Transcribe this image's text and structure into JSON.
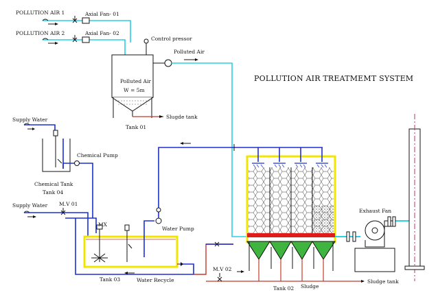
{
  "title": "POLLUTION AIR TREATMEMT SYSTEM",
  "labels": {
    "pollution_air_1": "POLLUTION AIR 1",
    "pollution_air_2": "POLLUTION AIR 2",
    "axial_fan_01": "Axial Fan- 01",
    "axial_fan_02": "Axial Fan- 02",
    "control_pressor": "Control pressor",
    "polluted_air_out": "Polluted Air",
    "tank01_line1": "Polluted Air",
    "tank01_line2": "W = 5m",
    "tank01": "Tank 01",
    "sludge_tank_top": "Slugde tank",
    "supply_water_1": "Supply Water",
    "chemical_pump": "Chemical Pump",
    "chemical_tank_line1": "Chemical Tank",
    "chemical_tank_line2": "Tank 04",
    "supply_water_2": "Supply Water",
    "mv01": "M.V 01",
    "mx": "MX",
    "water_pump": "Water Pump",
    "tank03": "Tank 03",
    "water_recycle": "Water Recycle",
    "mv02": "M.V 02",
    "tank02": "Tank 02",
    "sludge": "Sludge",
    "sludge_tank_bottom": "Sludge tank",
    "exhaust_fan": "Exhaust Fan"
  },
  "colors": {
    "air_line": "#2ad0e6",
    "water_line": "#1b2fd6",
    "sludge_line": "#c0392b",
    "tank_yellow": "#f2e600",
    "scrubber_red": "#e01b1b",
    "sludge_green": "#3fb43f",
    "mast_magenta": "#c0306a"
  }
}
